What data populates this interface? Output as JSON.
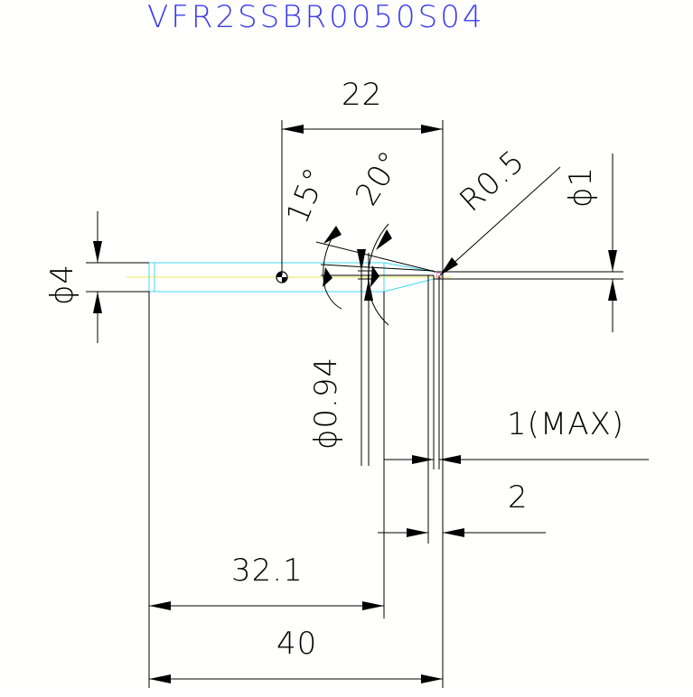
{
  "drawing": {
    "title": "VFR2SSBR0050S04",
    "colors": {
      "title": "#3b3bf0",
      "lines": "#000000",
      "outline": "#3fd7f0",
      "centerline": "#e8e85a"
    },
    "dimensions": {
      "length_22": "22",
      "angle_15": "15°",
      "angle_20": "20°",
      "radius": "R0.5",
      "dia_1": "ϕ1",
      "dia_4": "ϕ4",
      "dia_094": "ϕ0.94",
      "max_1": "1(MAX)",
      "length_2": "2",
      "length_321": "32.1",
      "length_40": "40"
    }
  }
}
